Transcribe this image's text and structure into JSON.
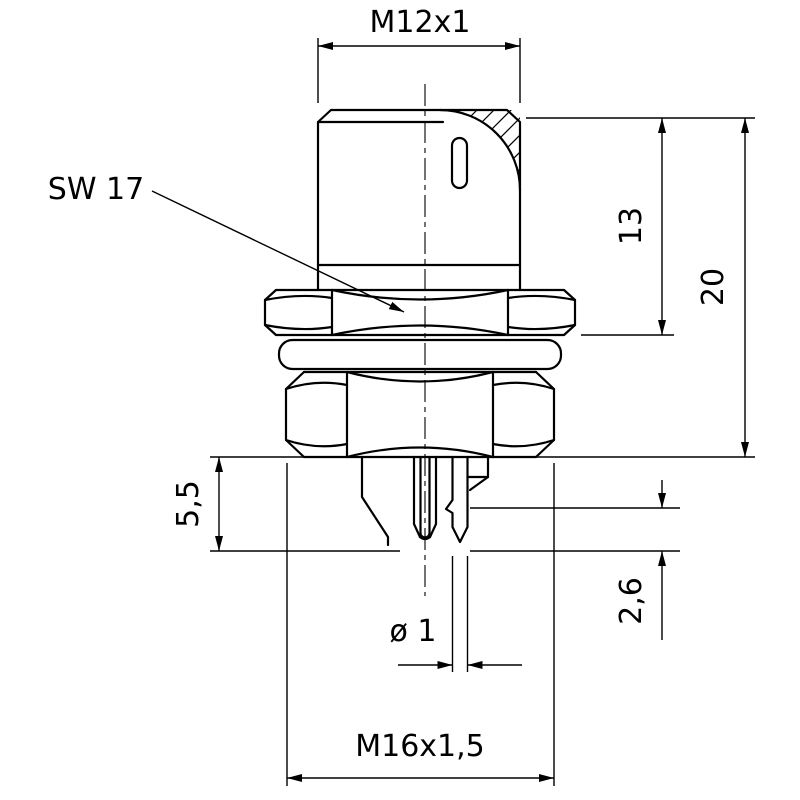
{
  "drawing": {
    "labels": {
      "thread_top": "M12x1",
      "wrench_size": "SW 17",
      "height_upper": "13",
      "height_total": "20",
      "depth_lower": "5,5",
      "pin_length": "2,6",
      "pin_diameter": "ø 1",
      "thread_bottom": "M16x1,5"
    },
    "colors": {
      "line": "#000000",
      "background": "#ffffff"
    }
  }
}
